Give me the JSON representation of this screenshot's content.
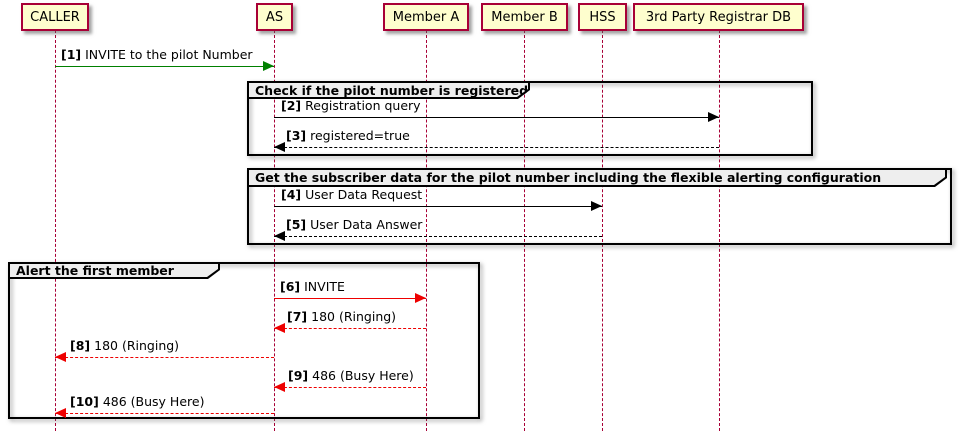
{
  "diagram_type": "sequence-diagram",
  "participants": [
    {
      "name": "CALLER"
    },
    {
      "name": "AS"
    },
    {
      "name": "Member A"
    },
    {
      "name": "Member B"
    },
    {
      "name": "HSS"
    },
    {
      "name": "3rd Party Registrar DB"
    }
  ],
  "groups": [
    {
      "title": "Check if the pilot number is registered"
    },
    {
      "title": "Get the subscriber data for the pilot number including the flexible alerting configuration"
    },
    {
      "title": "Alert the first member"
    }
  ],
  "messages": [
    {
      "num": "[1]",
      "text": "INVITE to the pilot Number",
      "from": "CALLER",
      "to": "AS",
      "style": "solid",
      "color": "green"
    },
    {
      "num": "[2]",
      "text": "Registration query",
      "from": "AS",
      "to": "3rd Party Registrar DB",
      "style": "solid",
      "color": "black"
    },
    {
      "num": "[3]",
      "text": "registered=true",
      "from": "3rd Party Registrar DB",
      "to": "AS",
      "style": "dashed",
      "color": "black"
    },
    {
      "num": "[4]",
      "text": "User Data Request",
      "from": "AS",
      "to": "HSS",
      "style": "solid",
      "color": "black"
    },
    {
      "num": "[5]",
      "text": "User Data Answer",
      "from": "HSS",
      "to": "AS",
      "style": "dashed",
      "color": "black"
    },
    {
      "num": "[6]",
      "text": "INVITE",
      "from": "AS",
      "to": "Member A",
      "style": "solid",
      "color": "red"
    },
    {
      "num": "[7]",
      "text": "180 (Ringing)",
      "from": "Member A",
      "to": "AS",
      "style": "dashed",
      "color": "red"
    },
    {
      "num": "[8]",
      "text": "180 (Ringing)",
      "from": "AS",
      "to": "CALLER",
      "style": "dashed",
      "color": "red"
    },
    {
      "num": "[9]",
      "text": "486 (Busy Here)",
      "from": "Member A",
      "to": "AS",
      "style": "dashed",
      "color": "red"
    },
    {
      "num": "[10]",
      "text": "486 (Busy Here)",
      "from": "AS",
      "to": "CALLER",
      "style": "dashed",
      "color": "red"
    }
  ],
  "colors": {
    "background": "#FFFFFF",
    "participant_fill": "#FEFECE",
    "participant_border": "#A80036",
    "lifeline": "#A80036",
    "group_header_fill": "#EEEEEE",
    "green": "#008000",
    "red": "#EE0000"
  }
}
